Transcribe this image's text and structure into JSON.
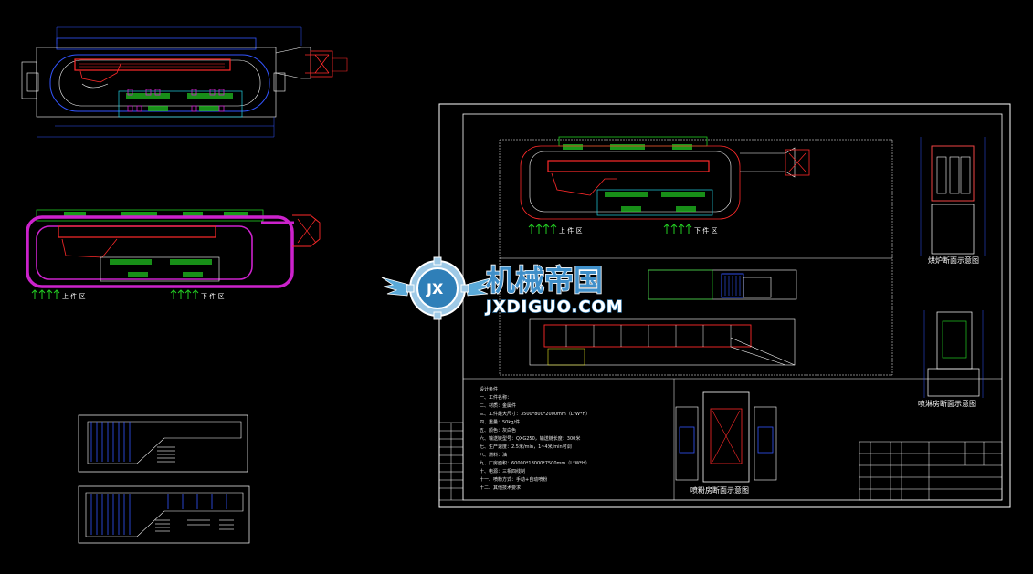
{
  "watermark": {
    "title_cn": "机械帝国",
    "domain": "JXDIGUO.COM",
    "badge": "JX"
  },
  "zones": {
    "load": "上 件 区",
    "unload": "下 件 区"
  },
  "captions": {
    "oven_section": "烘炉断面示意图",
    "spray_section": "喷淋房断面示意图",
    "powder_section": "喷粉房断面示意图"
  },
  "notes": [
    "设计条件",
    "一、工件名称：",
    "二、材质：金属件",
    "三、工件最大尺寸：3500*800*2000mm（L*W*H）",
    "四、重量：50kg/件",
    "五、颜色：灰白色",
    "六、输送链型号：QXG250，输送链长度：300米",
    "七、生产速度：2.5米/min，1~4米/min可调",
    "八、燃料：油",
    "九、厂房面积：60000*18000*7500mm（L*W*H）",
    "十、电源：三相四线制",
    "十一、喷粉方式：手动+自动喷粉",
    "十二、其他技术要求"
  ],
  "colors": {
    "background": "#000000",
    "cad_white": "#ffffff",
    "cad_blue": "#3355ff",
    "cad_red": "#ff2a2a",
    "cad_green": "#22cc22",
    "cad_cyan": "#22d3e6",
    "cad_magenta": "#cc22cc",
    "cad_yellow": "#e6e622",
    "watermark_blue": "#3f8fc9"
  },
  "icons": [
    "gear-logo-icon",
    "wing-icon",
    "up-arrow-icon"
  ]
}
